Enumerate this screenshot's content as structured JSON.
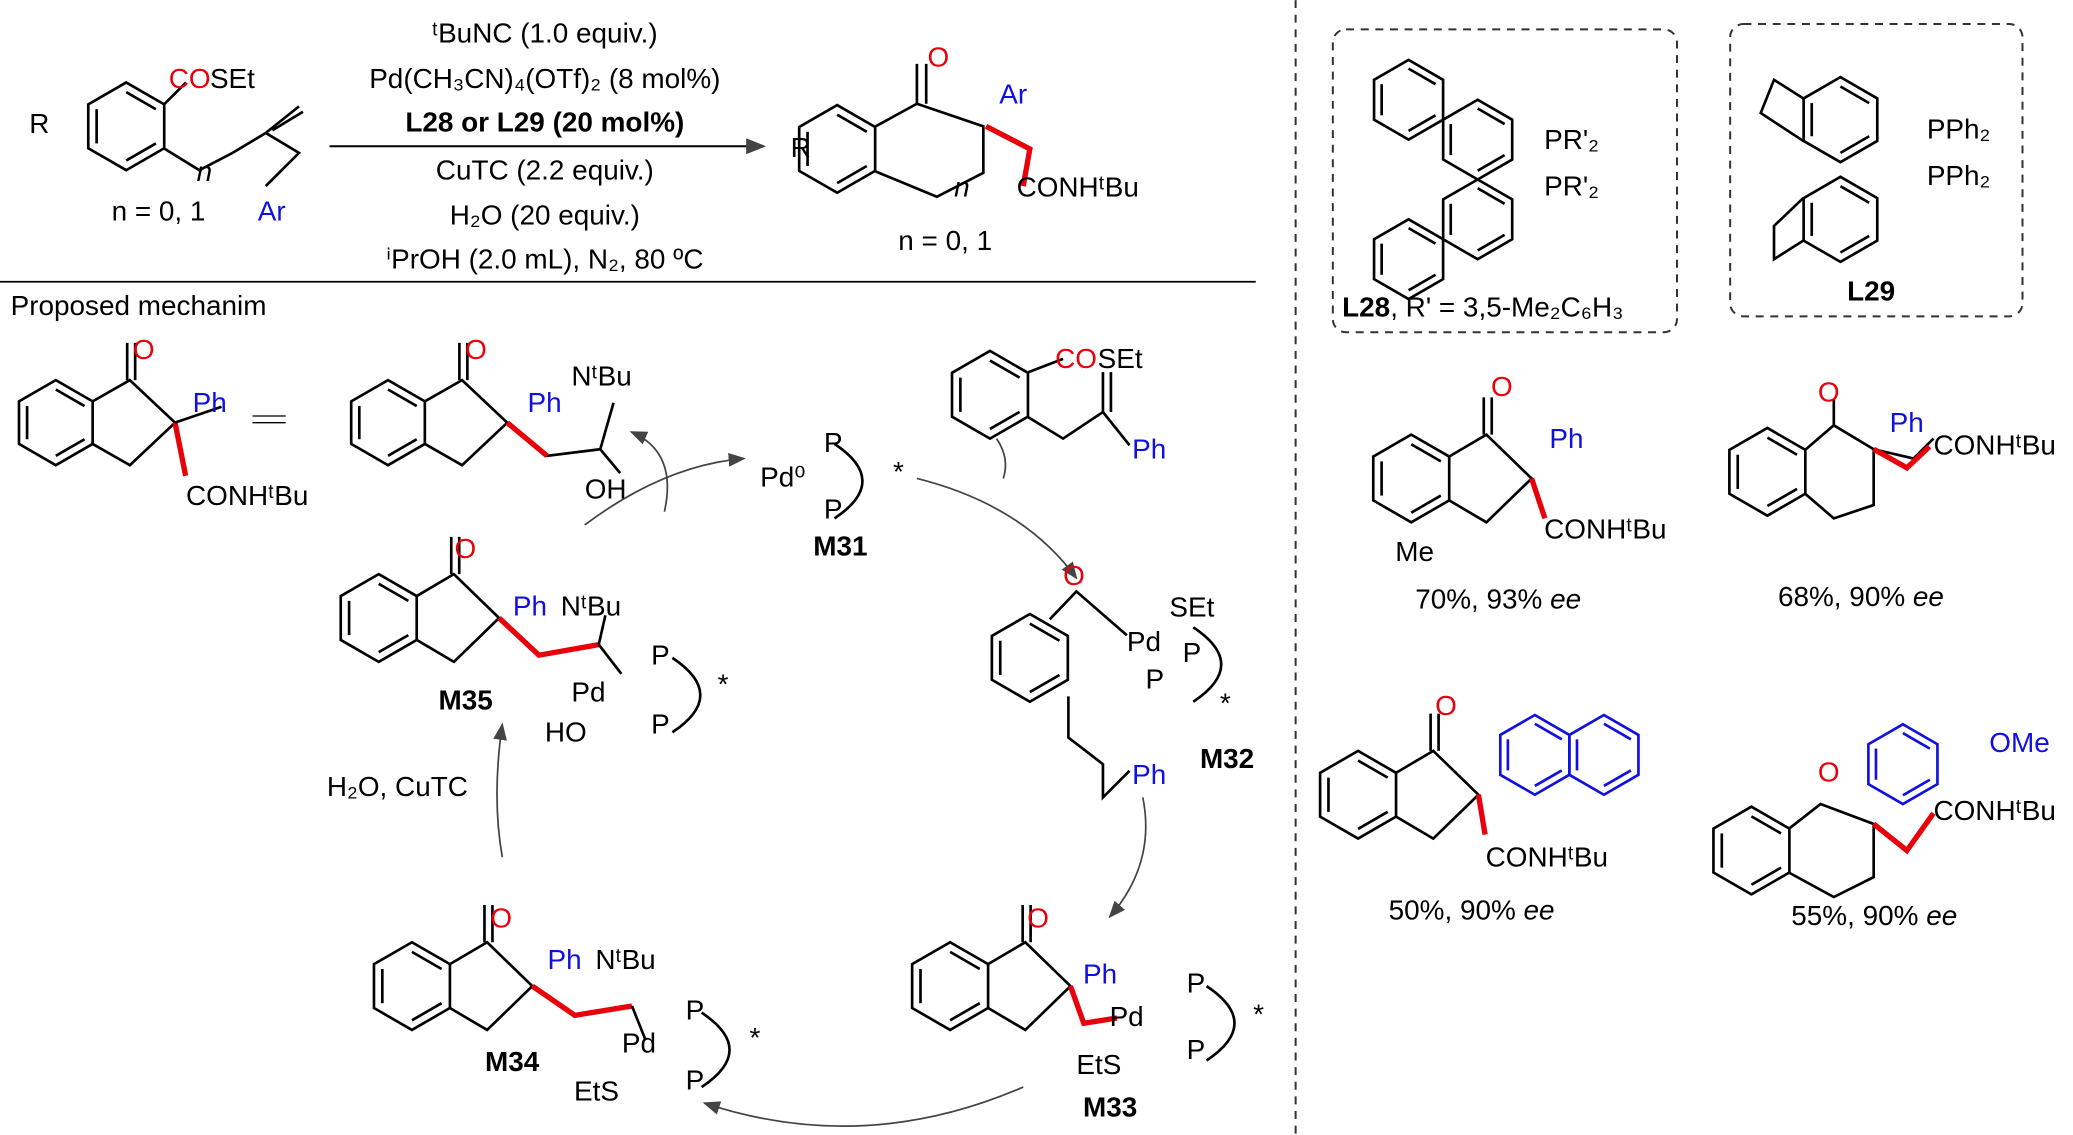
{
  "reaction": {
    "reactant": {
      "cosEt_co": "CO",
      "cosEt_set": "SEt",
      "r": "R",
      "n_sub": "n",
      "n_label": "n = 0, 1",
      "ar": "Ar"
    },
    "conditions": [
      "ᵗBuNC (1.0 equiv.)",
      "Pd(CH₃CN)₄(OTf)₂ (8 mol%)",
      "L28 or L29 (20 mol%)",
      "CuTC (2.2 equiv.)",
      "H₂O (20 equiv.)",
      "ⁱPrOH (2.0 mL), N₂, 80 ºC"
    ],
    "product": {
      "o": "O",
      "ar": "Ar",
      "r": "R",
      "n_sub": "n",
      "amide": "CONHᵗBu",
      "n_label": "n = 0, 1"
    }
  },
  "mechanism": {
    "title": "Proposed mechanim",
    "s1": {
      "o": "O",
      "ph": "Ph",
      "amide": "CONHᵗBu"
    },
    "s2": {
      "o": "O",
      "ph": "Ph",
      "n": "NᵗBu",
      "oh": "OH"
    },
    "substrate": {
      "co": "CO",
      "set": "SEt",
      "ph": "Ph"
    },
    "m31": {
      "pd": "Pd⁰",
      "p": "P",
      "star": "*",
      "label": "M31"
    },
    "m32": {
      "o": "O",
      "set": "SEt",
      "pd": "Pd",
      "p": "P",
      "ph": "Ph",
      "star": "*",
      "label": "M32"
    },
    "m33": {
      "o": "O",
      "ph": "Ph",
      "pd": "Pd",
      "p": "P",
      "ets": "EtS",
      "star": "*",
      "label": "M33"
    },
    "m34": {
      "o": "O",
      "ph": "Ph",
      "n": "NᵗBu",
      "pd": "Pd",
      "p": "P",
      "ets": "EtS",
      "star": "*",
      "label": "M34"
    },
    "m35": {
      "o": "O",
      "ph": "Ph",
      "n": "NᵗBu",
      "pd": "Pd",
      "p": "P",
      "ho": "HO",
      "star": "*",
      "label": "M35"
    },
    "step_label": "H₂O, CuTC"
  },
  "ligands": {
    "l28": {
      "p": "PR'₂",
      "label": "L28",
      "desc": ", R' = 3,5-Me₂C₆H₃"
    },
    "l29": {
      "p": "PPh₂",
      "label": "L29"
    }
  },
  "examples": [
    {
      "o": "O",
      "ph": "Ph",
      "me": "Me",
      "amide": "CONHᵗBu",
      "yield": "70%, 93%",
      "ee": "ee"
    },
    {
      "o": "O",
      "ph": "Ph",
      "amide": "CONHᵗBu",
      "yield": "68%, 90%",
      "ee": "ee"
    },
    {
      "o": "O",
      "amide": "CONHᵗBu",
      "yield": "50%, 90%",
      "ee": "ee"
    },
    {
      "o": "O",
      "ome": "OMe",
      "amide": "CONHᵗBu",
      "yield": "55%, 90%",
      "ee": "ee"
    }
  ],
  "colors": {
    "highlight_red": "#e8000b",
    "highlight_blue": "#1010e0"
  }
}
